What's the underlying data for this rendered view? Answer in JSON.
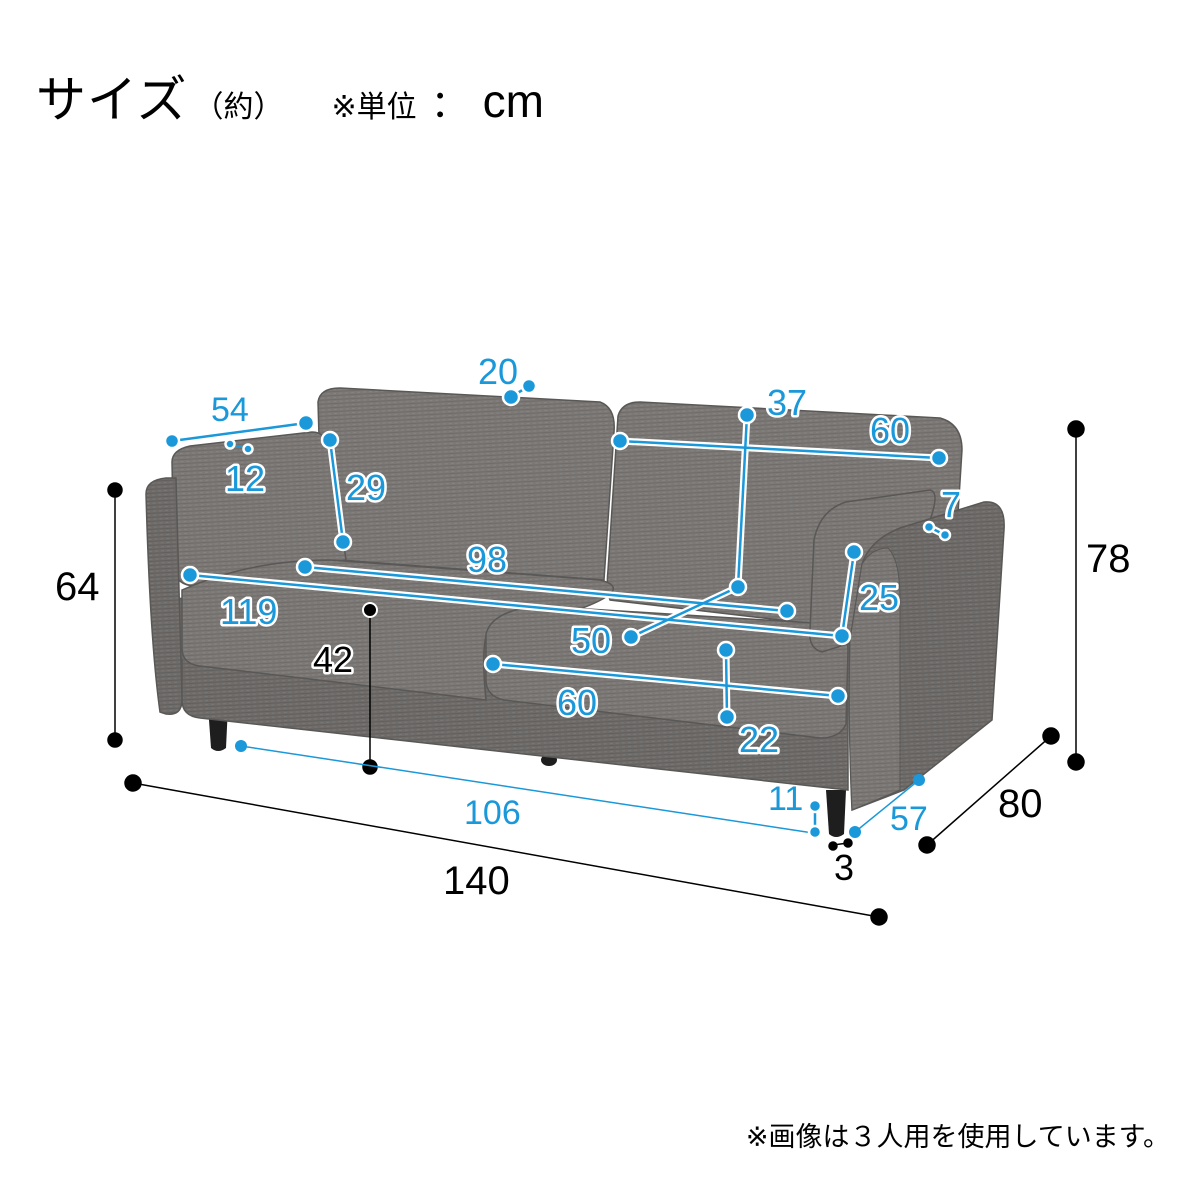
{
  "header": {
    "title": "サイズ",
    "approx": "（約）",
    "unit_prefix": "※単位",
    "unit_sep": "：",
    "unit": "cm"
  },
  "footnote": "※画像は３人用を使用しています。",
  "colors": {
    "accent_blue": "#1a98d9",
    "fabric_gray": "#7a7775",
    "fabric_dark": "#5f5c5a",
    "leg": "#1e1e1e",
    "overall_dim_line": "#000000"
  },
  "dimensions": {
    "overall_width": "140",
    "overall_depth": "80",
    "overall_height": "78",
    "arm_height": "64",
    "seat_height": "42",
    "inner_width_at_leg": "106",
    "leg_height": "11",
    "leg_diameter": "3",
    "leg_depth_span": "57",
    "back_cushion_depth_top": "20",
    "back_cushion_height_inner": "37",
    "back_cushion_width": "60",
    "armrest_top_width": "54",
    "armrest_thickness": "12",
    "armrest_thickness_right": "7",
    "pillow_height": "29",
    "seat_width_inner": "98",
    "seat_width_total": "119",
    "seat_depth": "50",
    "seat_cushion_width": "60",
    "seat_cushion_thickness": "22",
    "arm_inner_height": "25"
  }
}
